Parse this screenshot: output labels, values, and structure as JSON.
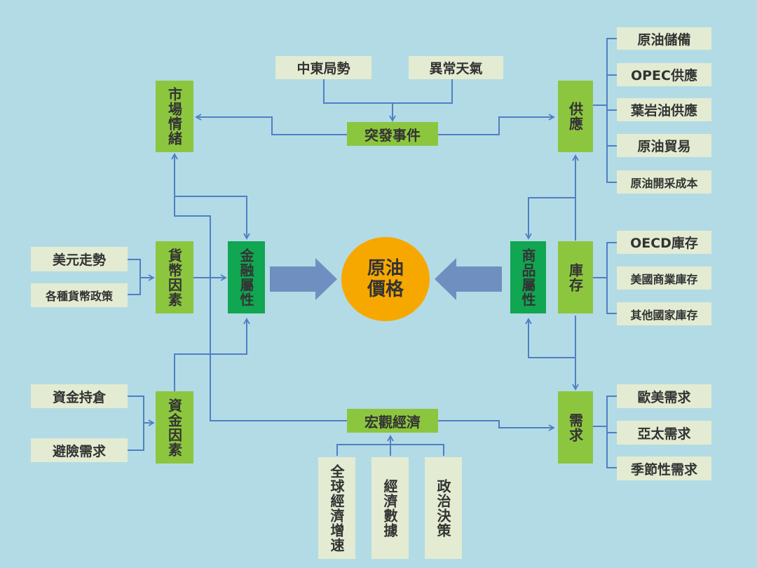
{
  "center": {
    "label": "原油價格"
  },
  "colors": {
    "background": "#b3dbe6",
    "light_green": "#8cc63f",
    "dark_green": "#11a651",
    "tan": "#e3ecd2",
    "center": "#f7a800",
    "arrow": "#6f8fc0",
    "line": "#4f7fc4"
  },
  "top": {
    "events": "突發事件",
    "middle_east": "中東局勢",
    "weather": "異常天氣"
  },
  "left": {
    "sentiment": "市場情緒",
    "currency": "貨幣因素",
    "usd": "美元走勢",
    "policy": "各種貨幣政策",
    "funds": "資金因素",
    "positions": "資金持倉",
    "hedge": "避險需求",
    "financial": "金融屬性"
  },
  "right": {
    "supply": "供應",
    "reserve": "原油儲備",
    "opec": "OPEC供應",
    "shale": "葉岩油供應",
    "trade": "原油貿易",
    "cost": "原油開采成本",
    "commodity": "商品屬性",
    "inventory": "庫存",
    "oecd": "OECD庫存",
    "us_stock": "美國商業庫存",
    "other_stock": "其他國家庫存",
    "demand": "需求",
    "west": "歐美需求",
    "asia": "亞太需求",
    "season": "季節性需求"
  },
  "bottom": {
    "macro": "宏觀經濟",
    "growth": "全球經濟增速",
    "data": "經濟數據",
    "politics": "政治決策"
  }
}
